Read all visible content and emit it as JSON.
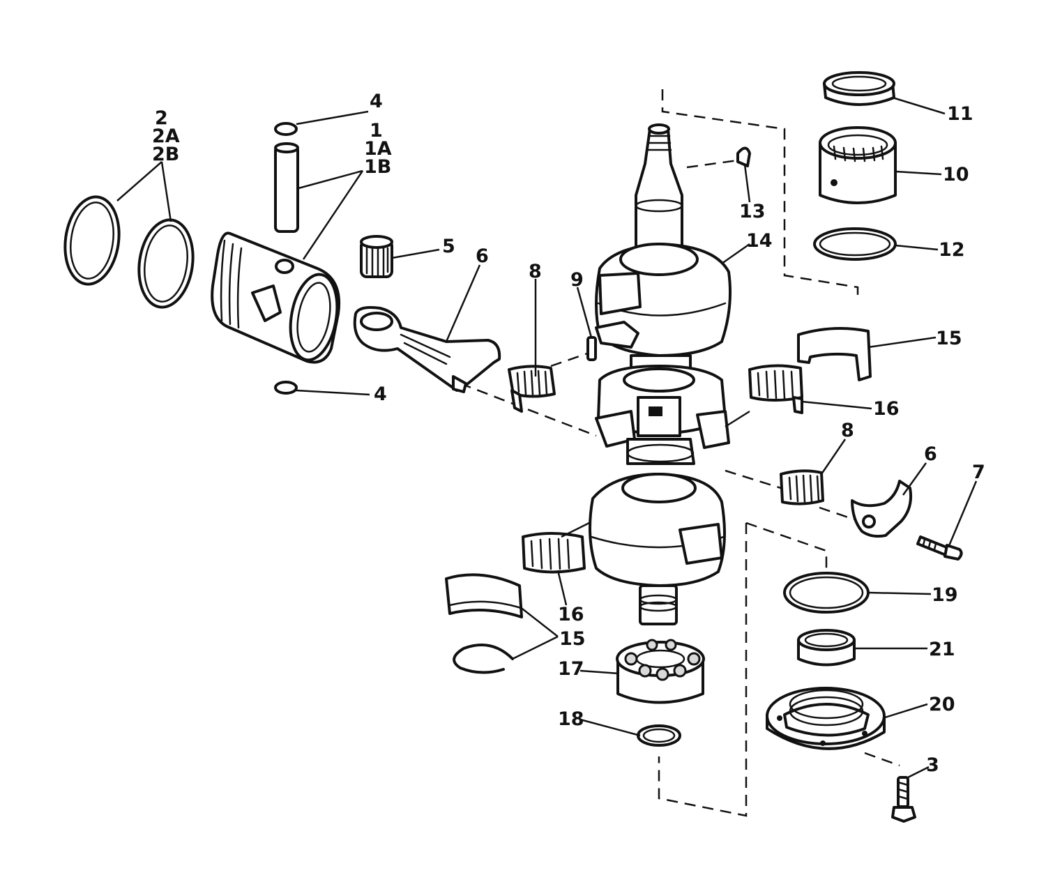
{
  "callouts": {
    "c1": "1",
    "c1a": "1A",
    "c1b": "1B",
    "c2": "2",
    "c2a": "2A",
    "c2b": "2B",
    "c3": "3",
    "c4_top": "4",
    "c4_bottom": "4",
    "c5": "5",
    "c6_upper": "6",
    "c6_lower": "6",
    "c7": "7",
    "c8_upper": "8",
    "c8_lower": "8",
    "c9": "9",
    "c10": "10",
    "c11": "11",
    "c12": "12",
    "c13": "13",
    "c14": "14",
    "c15_upper": "15",
    "c15_lower": "15",
    "c16_upper": "16",
    "c16_lower": "16",
    "c17": "17",
    "c18": "18",
    "c19": "19",
    "c20": "20",
    "c21": "21"
  }
}
